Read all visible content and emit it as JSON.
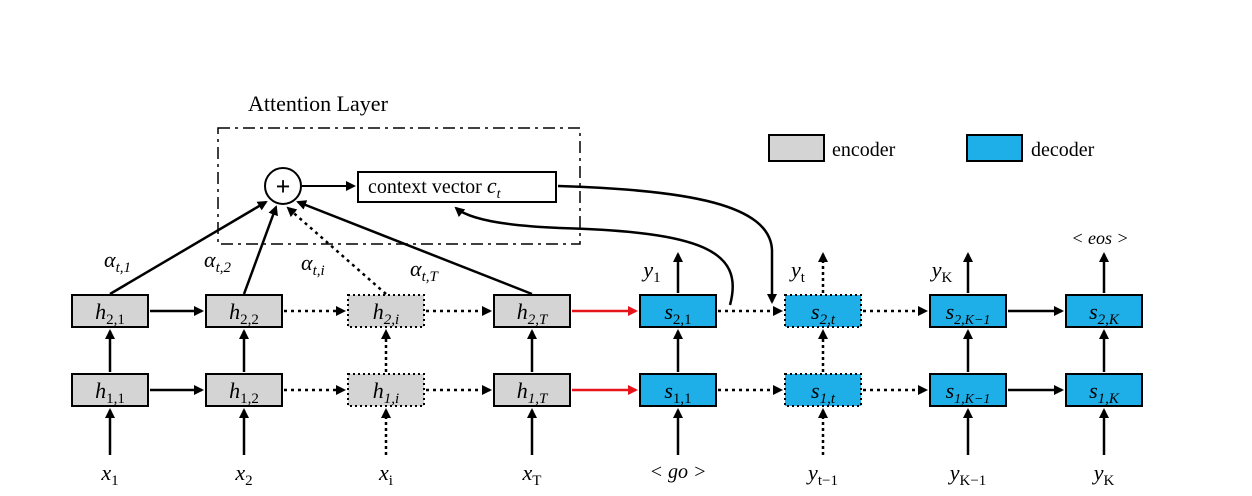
{
  "title": "Attention Layer",
  "context_label": "context vector",
  "context_symbol": "c",
  "context_sub": "t",
  "plus_symbol": "+",
  "legend": [
    {
      "label": "encoder",
      "color": "#d4d4d4"
    },
    {
      "label": "decoder",
      "color": "#1eaee8"
    }
  ],
  "encoder": {
    "top": [
      {
        "m": "h",
        "s": "2,1"
      },
      {
        "m": "h",
        "s": "2,2"
      },
      {
        "m": "h",
        "s": "2,i"
      },
      {
        "m": "h",
        "s": "2,T"
      }
    ],
    "bottom": [
      {
        "m": "h",
        "s": "1,1"
      },
      {
        "m": "h",
        "s": "1,2"
      },
      {
        "m": "h",
        "s": "1,i"
      },
      {
        "m": "h",
        "s": "1,T"
      }
    ],
    "inputs": [
      {
        "m": "x",
        "s": "1"
      },
      {
        "m": "x",
        "s": "2"
      },
      {
        "m": "x",
        "s": "i"
      },
      {
        "m": "x",
        "s": "T"
      }
    ]
  },
  "decoder": {
    "top": [
      {
        "m": "s",
        "s": "2,1"
      },
      {
        "m": "s",
        "s": "2,t"
      },
      {
        "m": "s",
        "s": "2,K−1"
      },
      {
        "m": "s",
        "s": "2,K"
      }
    ],
    "bottom": [
      {
        "m": "s",
        "s": "1,1"
      },
      {
        "m": "s",
        "s": "1,t"
      },
      {
        "m": "s",
        "s": "1,K−1"
      },
      {
        "m": "s",
        "s": "1,K"
      }
    ],
    "inputs": [
      {
        "m": "< go >",
        "s": ""
      },
      {
        "m": "y",
        "s": "t−1"
      },
      {
        "m": "y",
        "s": "K−1"
      },
      {
        "m": "y",
        "s": "K"
      }
    ],
    "outputs": [
      {
        "m": "y",
        "s": "1"
      },
      {
        "m": "y",
        "s": "t"
      },
      {
        "m": "y",
        "s": "K"
      },
      {
        "m": "< eos >",
        "s": ""
      }
    ]
  },
  "weights": [
    {
      "m": "α",
      "s": "t,1"
    },
    {
      "m": "α",
      "s": "t,2"
    },
    {
      "m": "α",
      "s": "t,i"
    },
    {
      "m": "α",
      "s": "t,T"
    }
  ]
}
